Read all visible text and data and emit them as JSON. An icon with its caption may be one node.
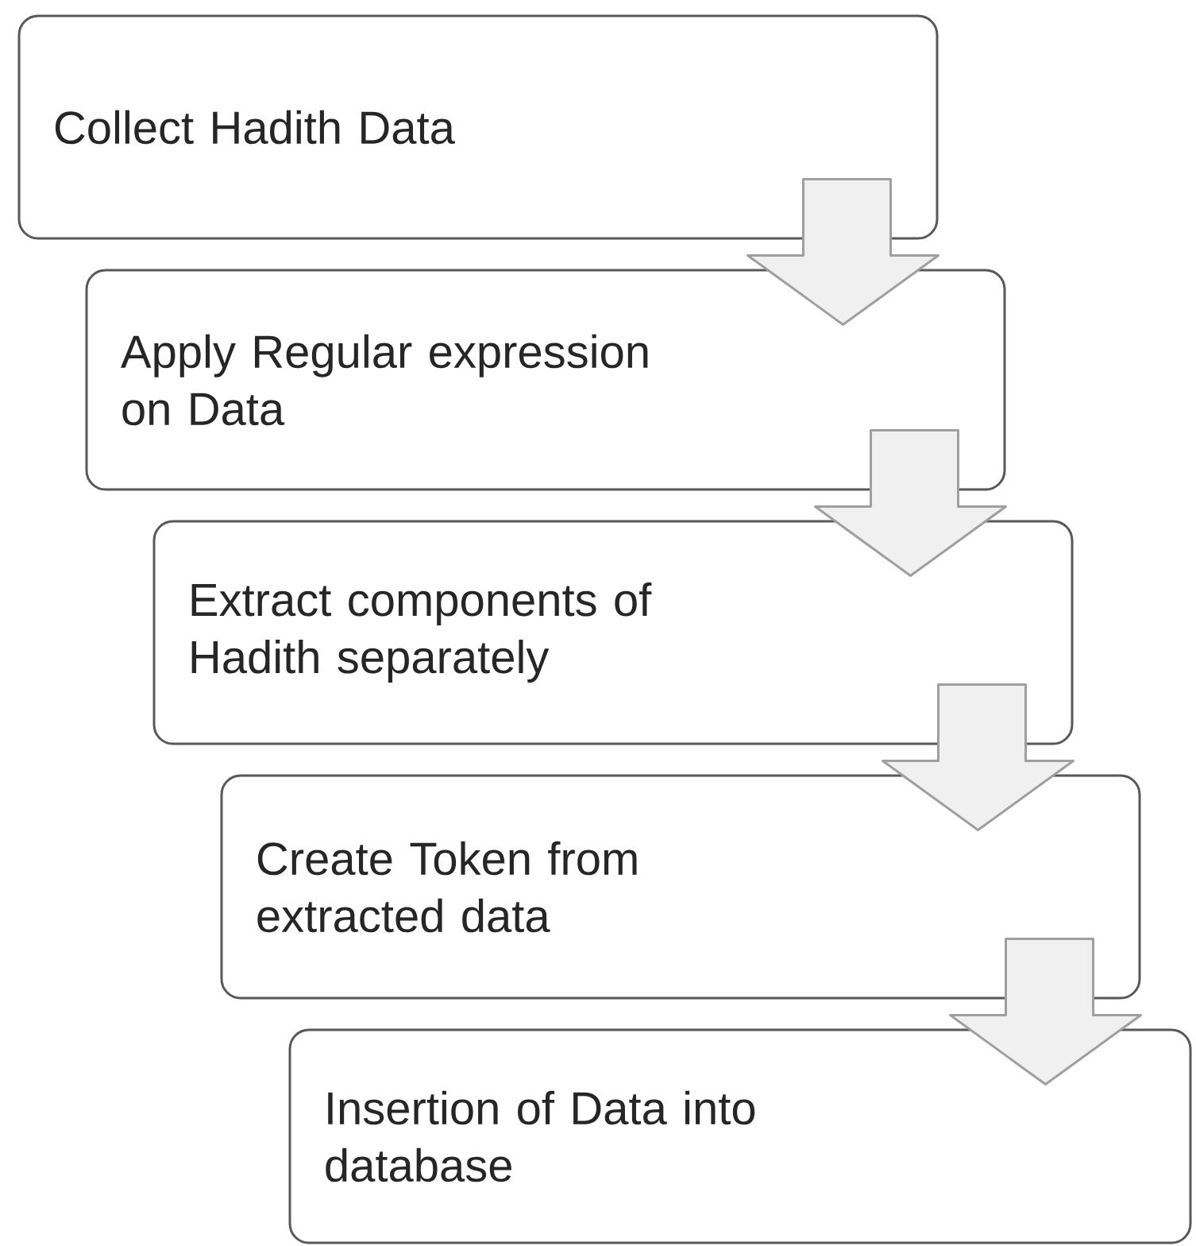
{
  "diagram": {
    "nodes": [
      {
        "text": [
          "Collect Hadith Data"
        ]
      },
      {
        "text": [
          "Apply Regular expression on Data"
        ]
      },
      {
        "text": [
          "Extract components of Hadith separately"
        ]
      },
      {
        "text": [
          "Create Token from extracted data"
        ]
      },
      {
        "text": [
          "Insertion of Data into database"
        ]
      }
    ],
    "edges": [
      {
        "from": 0,
        "to": 1,
        "arrow": "to"
      },
      {
        "from": 1,
        "to": 2,
        "arrow": "to"
      },
      {
        "from": 2,
        "to": 3,
        "arrow": "to"
      },
      {
        "from": 3,
        "to": 4,
        "arrow": "to"
      }
    ]
  }
}
